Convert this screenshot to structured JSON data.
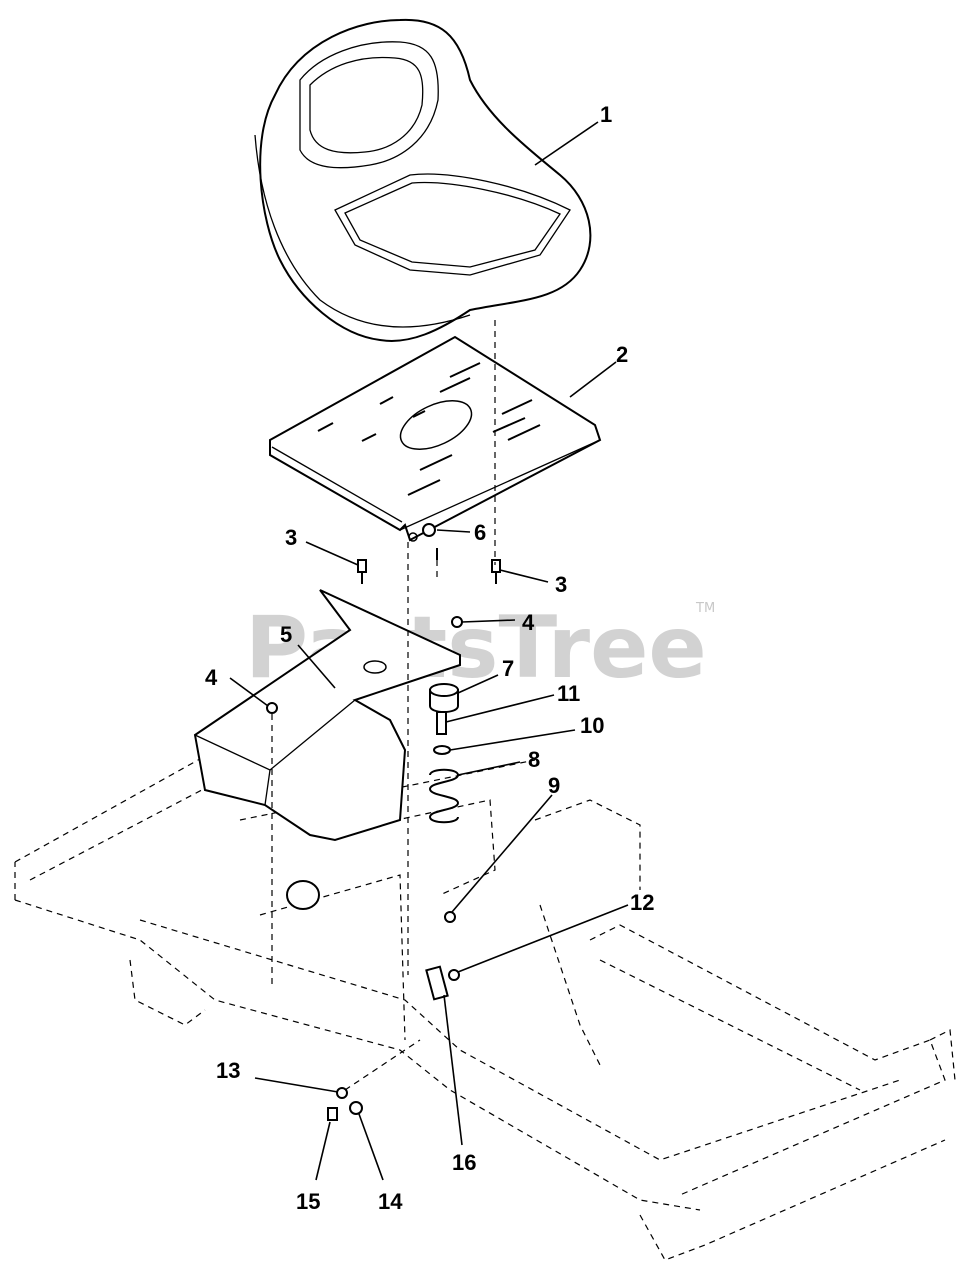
{
  "watermark": {
    "text": "PartsTree",
    "tm": "TM"
  },
  "callouts": [
    {
      "label": "1"
    },
    {
      "label": "2"
    },
    {
      "label": "3"
    },
    {
      "label": "3"
    },
    {
      "label": "4"
    },
    {
      "label": "4"
    },
    {
      "label": "5"
    },
    {
      "label": "6"
    },
    {
      "label": "7"
    },
    {
      "label": "8"
    },
    {
      "label": "9"
    },
    {
      "label": "10"
    },
    {
      "label": "11"
    },
    {
      "label": "12"
    },
    {
      "label": "13"
    },
    {
      "label": "14"
    },
    {
      "label": "15"
    },
    {
      "label": "16"
    }
  ]
}
